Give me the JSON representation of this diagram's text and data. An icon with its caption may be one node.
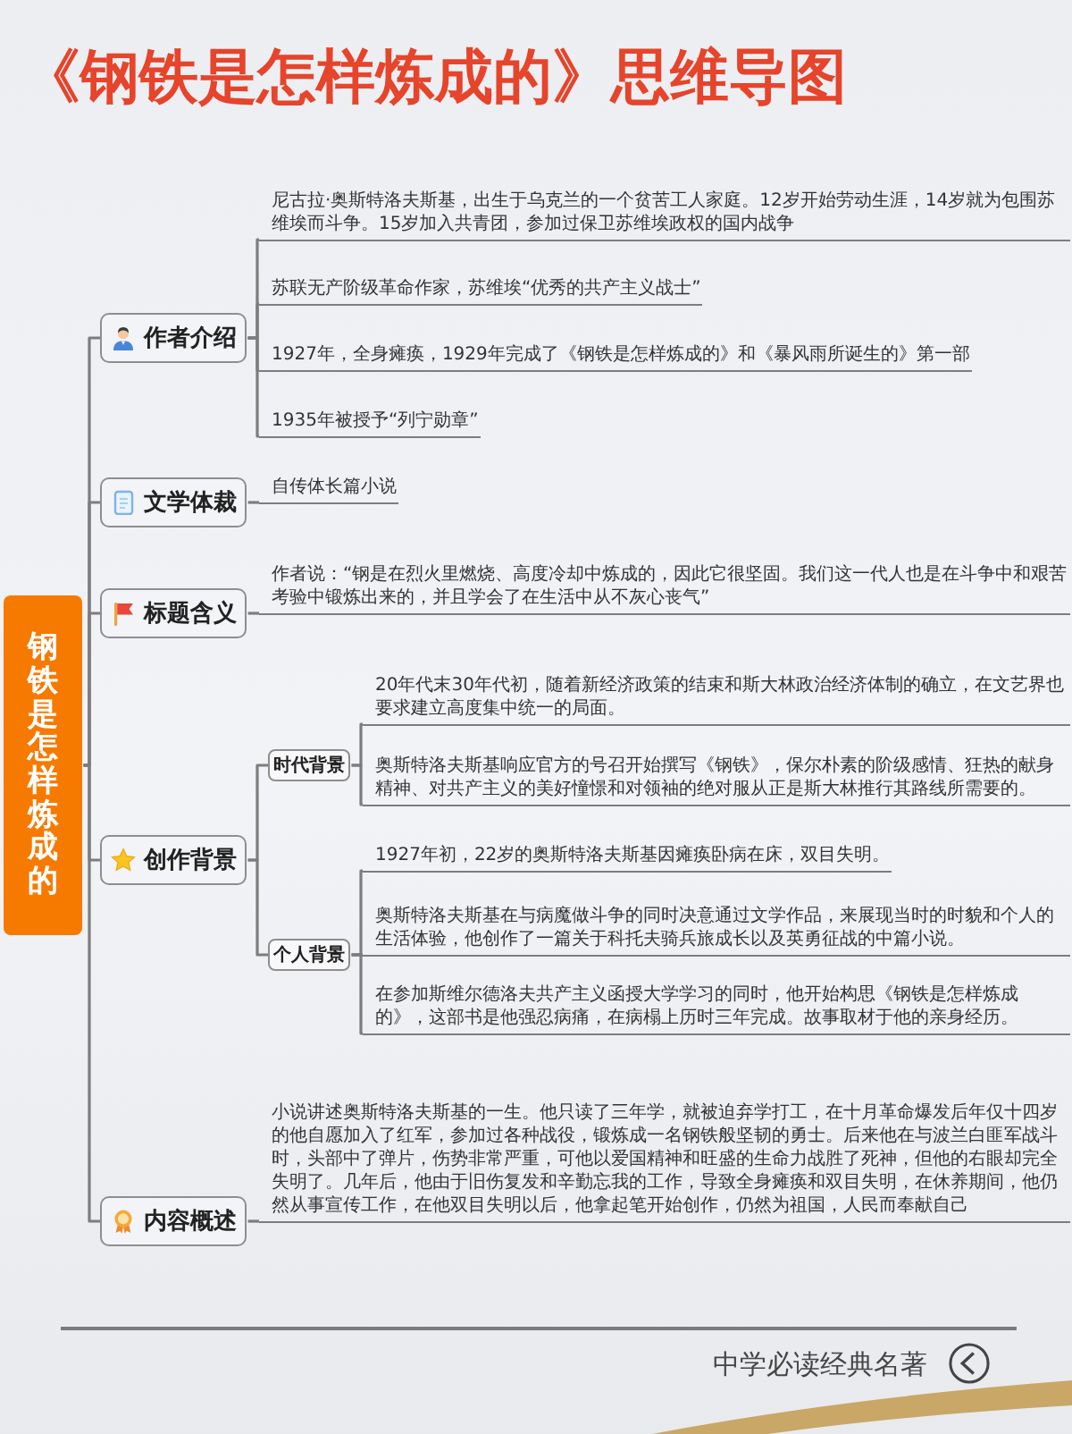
{
  "diagram": {
    "title": "《钢铁是怎样炼成的》思维导图",
    "nodes": [
      {
        "text": [
          "钢铁是怎样炼成的"
        ]
      },
      {
        "text": [
          "作者介绍"
        ]
      },
      {
        "text": [
          "尼古拉·奥斯特洛夫斯基，出生于乌克兰的一个贫苦工人家庭。12岁开始劳动生涯，14岁就为包围苏维埃而斗争。15岁加入共青团，参加过保卫苏维埃政权的国内战争"
        ]
      },
      {
        "text": [
          "苏联无产阶级革命作家，苏维埃“优秀的共产主义战士”"
        ]
      },
      {
        "text": [
          "1927年，全身瘫痪，1929年完成了《钢铁是怎样炼成的》和《暴风雨所诞生的》第一部"
        ]
      },
      {
        "text": [
          "1935年被授予“列宁勋章”"
        ]
      },
      {
        "text": [
          "文学体裁"
        ]
      },
      {
        "text": [
          "自传体长篇小说"
        ]
      },
      {
        "text": [
          "标题含义"
        ]
      },
      {
        "text": [
          "作者说：“钢是在烈火里燃烧、高度冷却中炼成的，因此它很坚固。我们这一代人也是在斗争中和艰苦考验中锻炼出来的，并且学会了在生活中从不灰心丧气”"
        ]
      },
      {
        "text": [
          "创作背景"
        ]
      },
      {
        "text": [
          "时代背景"
        ]
      },
      {
        "text": [
          "20年代末30年代初，随着新经济政策的结束和斯大林政治经济体制的确立，在文艺界也要求建立高度集中统一的局面。"
        ]
      },
      {
        "text": [
          "奥斯特洛夫斯基响应官方的号召开始撰写《钢铁》，保尔朴素的阶级感情、狂热的献身精神、对共产主义的美好憧憬和对领袖的绝对服从正是斯大林推行其路线所需要的。"
        ]
      },
      {
        "text": [
          "个人背景"
        ]
      },
      {
        "text": [
          "1927年初，22岁的奥斯特洛夫斯基因瘫痪卧病在床，双目失明。"
        ]
      },
      {
        "text": [
          "奥斯特洛夫斯基在与病魔做斗争的同时决意通过文学作品，来展现当时的时貌和个人的生活体验，他创作了一篇关于科托夫骑兵旅成长以及英勇征战的中篇小说。"
        ]
      },
      {
        "text": [
          "在参加斯维尔德洛夫共产主义函授大学学习的同时，他开始构思《钢铁是怎样炼成的》，这部书是他强忍病痛，在病榻上历时三年完成。故事取材于他的亲身经历。"
        ]
      },
      {
        "text": [
          "内容概述"
        ]
      },
      {
        "text": [
          "小说讲述奥斯特洛夫斯基的一生。他只读了三年学，就被迫弃学打工，在十月革命爆发后年仅十四岁的他自愿加入了红军，参加过各种战役，锻炼成一名钢铁般坚韧的勇士。后来他在与波兰白匪军战斗时，头部中了弹片，伤势非常严重，可他以爱国精神和旺盛的生命力战胜了死神，但他的右眼却完全失明了。几年后，他由于旧伤复发和辛勤忘我的工作，导致全身瘫痪和双目失明，在休养期间，他仍然从事宣传工作，在他双目失明以后，他拿起笔开始创作，仍然为祖国，人民而奉献自己"
        ]
      }
    ],
    "edges": [
      {
        "from": 0,
        "to": 1,
        "arrow": "none"
      },
      {
        "from": 0,
        "to": 6,
        "arrow": "none"
      },
      {
        "from": 0,
        "to": 8,
        "arrow": "none"
      },
      {
        "from": 0,
        "to": 10,
        "arrow": "none"
      },
      {
        "from": 0,
        "to": 18,
        "arrow": "none"
      },
      {
        "from": 1,
        "to": 2,
        "arrow": "none"
      },
      {
        "from": 1,
        "to": 3,
        "arrow": "none"
      },
      {
        "from": 1,
        "to": 4,
        "arrow": "none"
      },
      {
        "from": 1,
        "to": 5,
        "arrow": "none"
      },
      {
        "from": 6,
        "to": 7,
        "arrow": "none"
      },
      {
        "from": 8,
        "to": 9,
        "arrow": "none"
      },
      {
        "from": 10,
        "to": 11,
        "arrow": "none"
      },
      {
        "from": 10,
        "to": 14,
        "arrow": "none"
      },
      {
        "from": 11,
        "to": 12,
        "arrow": "none"
      },
      {
        "from": 11,
        "to": 13,
        "arrow": "none"
      },
      {
        "from": 14,
        "to": 15,
        "arrow": "none"
      },
      {
        "from": 14,
        "to": 16,
        "arrow": "none"
      },
      {
        "from": 14,
        "to": 17,
        "arrow": "none"
      },
      {
        "from": 18,
        "to": 19,
        "arrow": "none"
      }
    ],
    "labels": [
      "中学必读经典名著"
    ]
  }
}
